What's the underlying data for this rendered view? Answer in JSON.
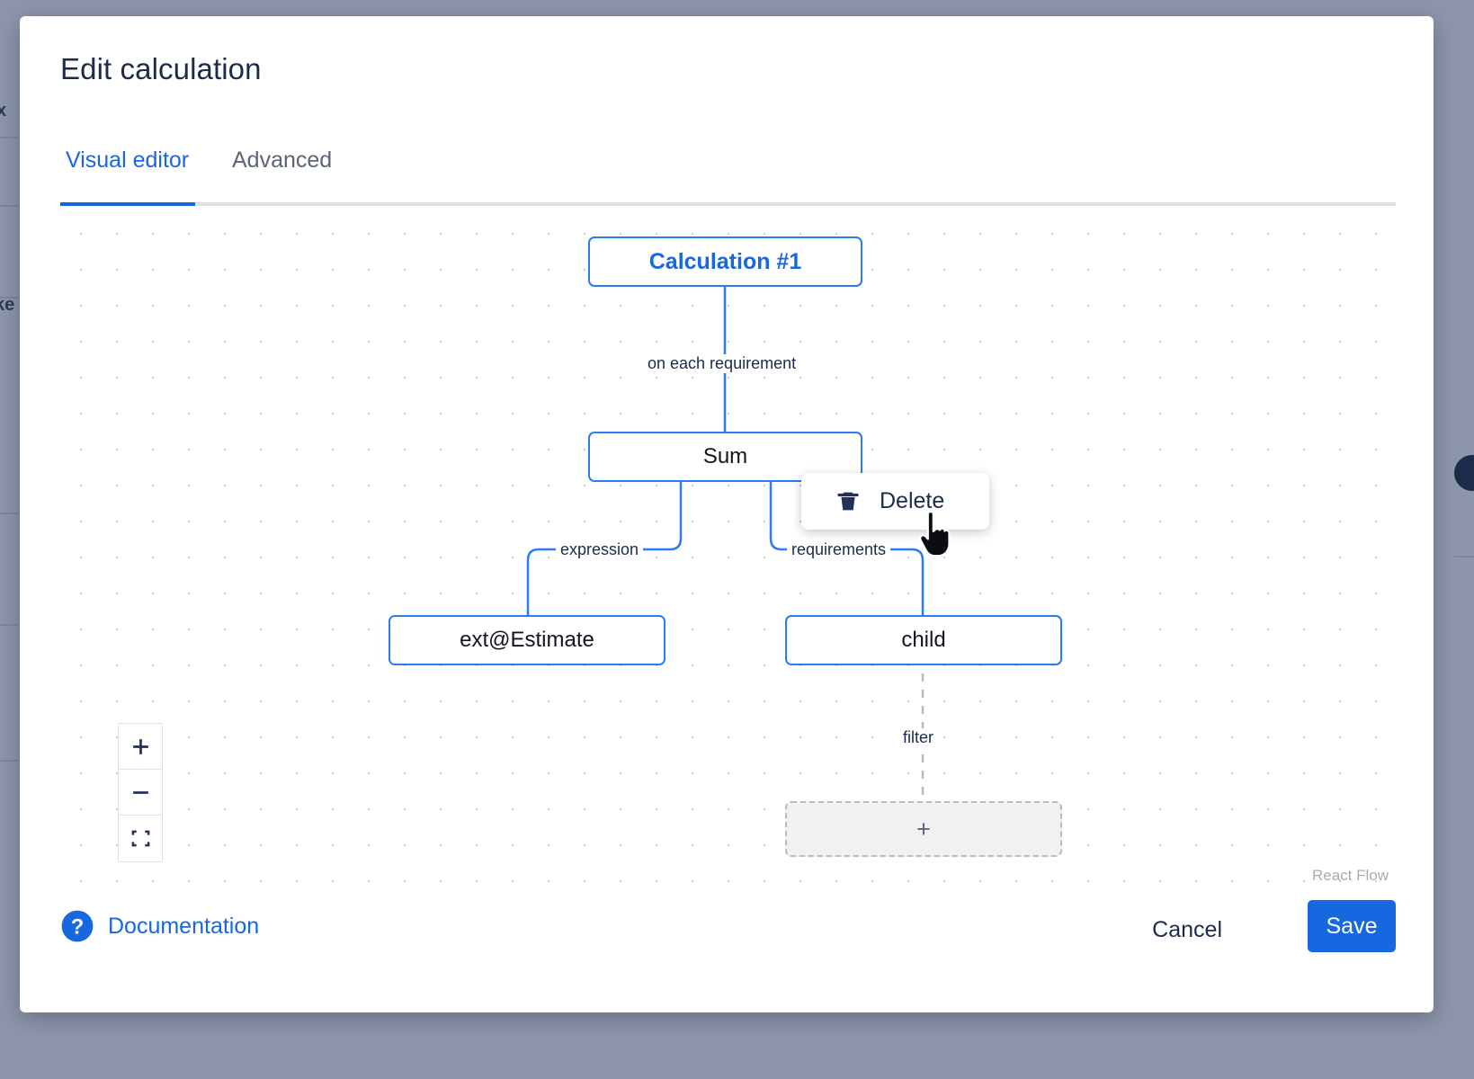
{
  "backdrop": {
    "fragment_left_top": "x",
    "fragment_left_mid": "ke"
  },
  "modal": {
    "title": "Edit calculation"
  },
  "tabs": [
    {
      "label": "Visual editor",
      "active": true
    },
    {
      "label": "Advanced",
      "active": false
    }
  ],
  "canvas": {
    "attribution": "React Flow",
    "nodes": [
      {
        "id": "root",
        "label": "Calculation #1",
        "style": "root"
      },
      {
        "id": "sum",
        "label": "Sum",
        "style": "normal"
      },
      {
        "id": "expression",
        "label": "ext@Estimate",
        "style": "normal"
      },
      {
        "id": "child",
        "label": "child",
        "style": "normal"
      },
      {
        "id": "placeholder",
        "label": "+",
        "style": "placeholder"
      }
    ],
    "edges": [
      {
        "from": "root",
        "to": "sum",
        "label": "on each requirement",
        "dashed": false
      },
      {
        "from": "sum",
        "to": "expression",
        "label": "expression",
        "dashed": false
      },
      {
        "from": "sum",
        "to": "child",
        "label": "requirements",
        "dashed": false
      },
      {
        "from": "child",
        "to": "placeholder",
        "label": "filter",
        "dashed": true
      }
    ],
    "controls": [
      {
        "name": "zoom-in",
        "glyph": "+"
      },
      {
        "name": "zoom-out",
        "glyph": "−"
      },
      {
        "name": "fit-view",
        "glyph": "⛶"
      }
    ]
  },
  "context_menu": {
    "delete_label": "Delete",
    "icon": "trash-icon"
  },
  "footer": {
    "documentation_label": "Documentation",
    "cancel_label": "Cancel",
    "save_label": "Save"
  },
  "colors": {
    "accent": "#1667e0",
    "node_border": "#2b7cf0",
    "text_dark": "#1c2b4a",
    "backdrop": "#8d96ab"
  }
}
